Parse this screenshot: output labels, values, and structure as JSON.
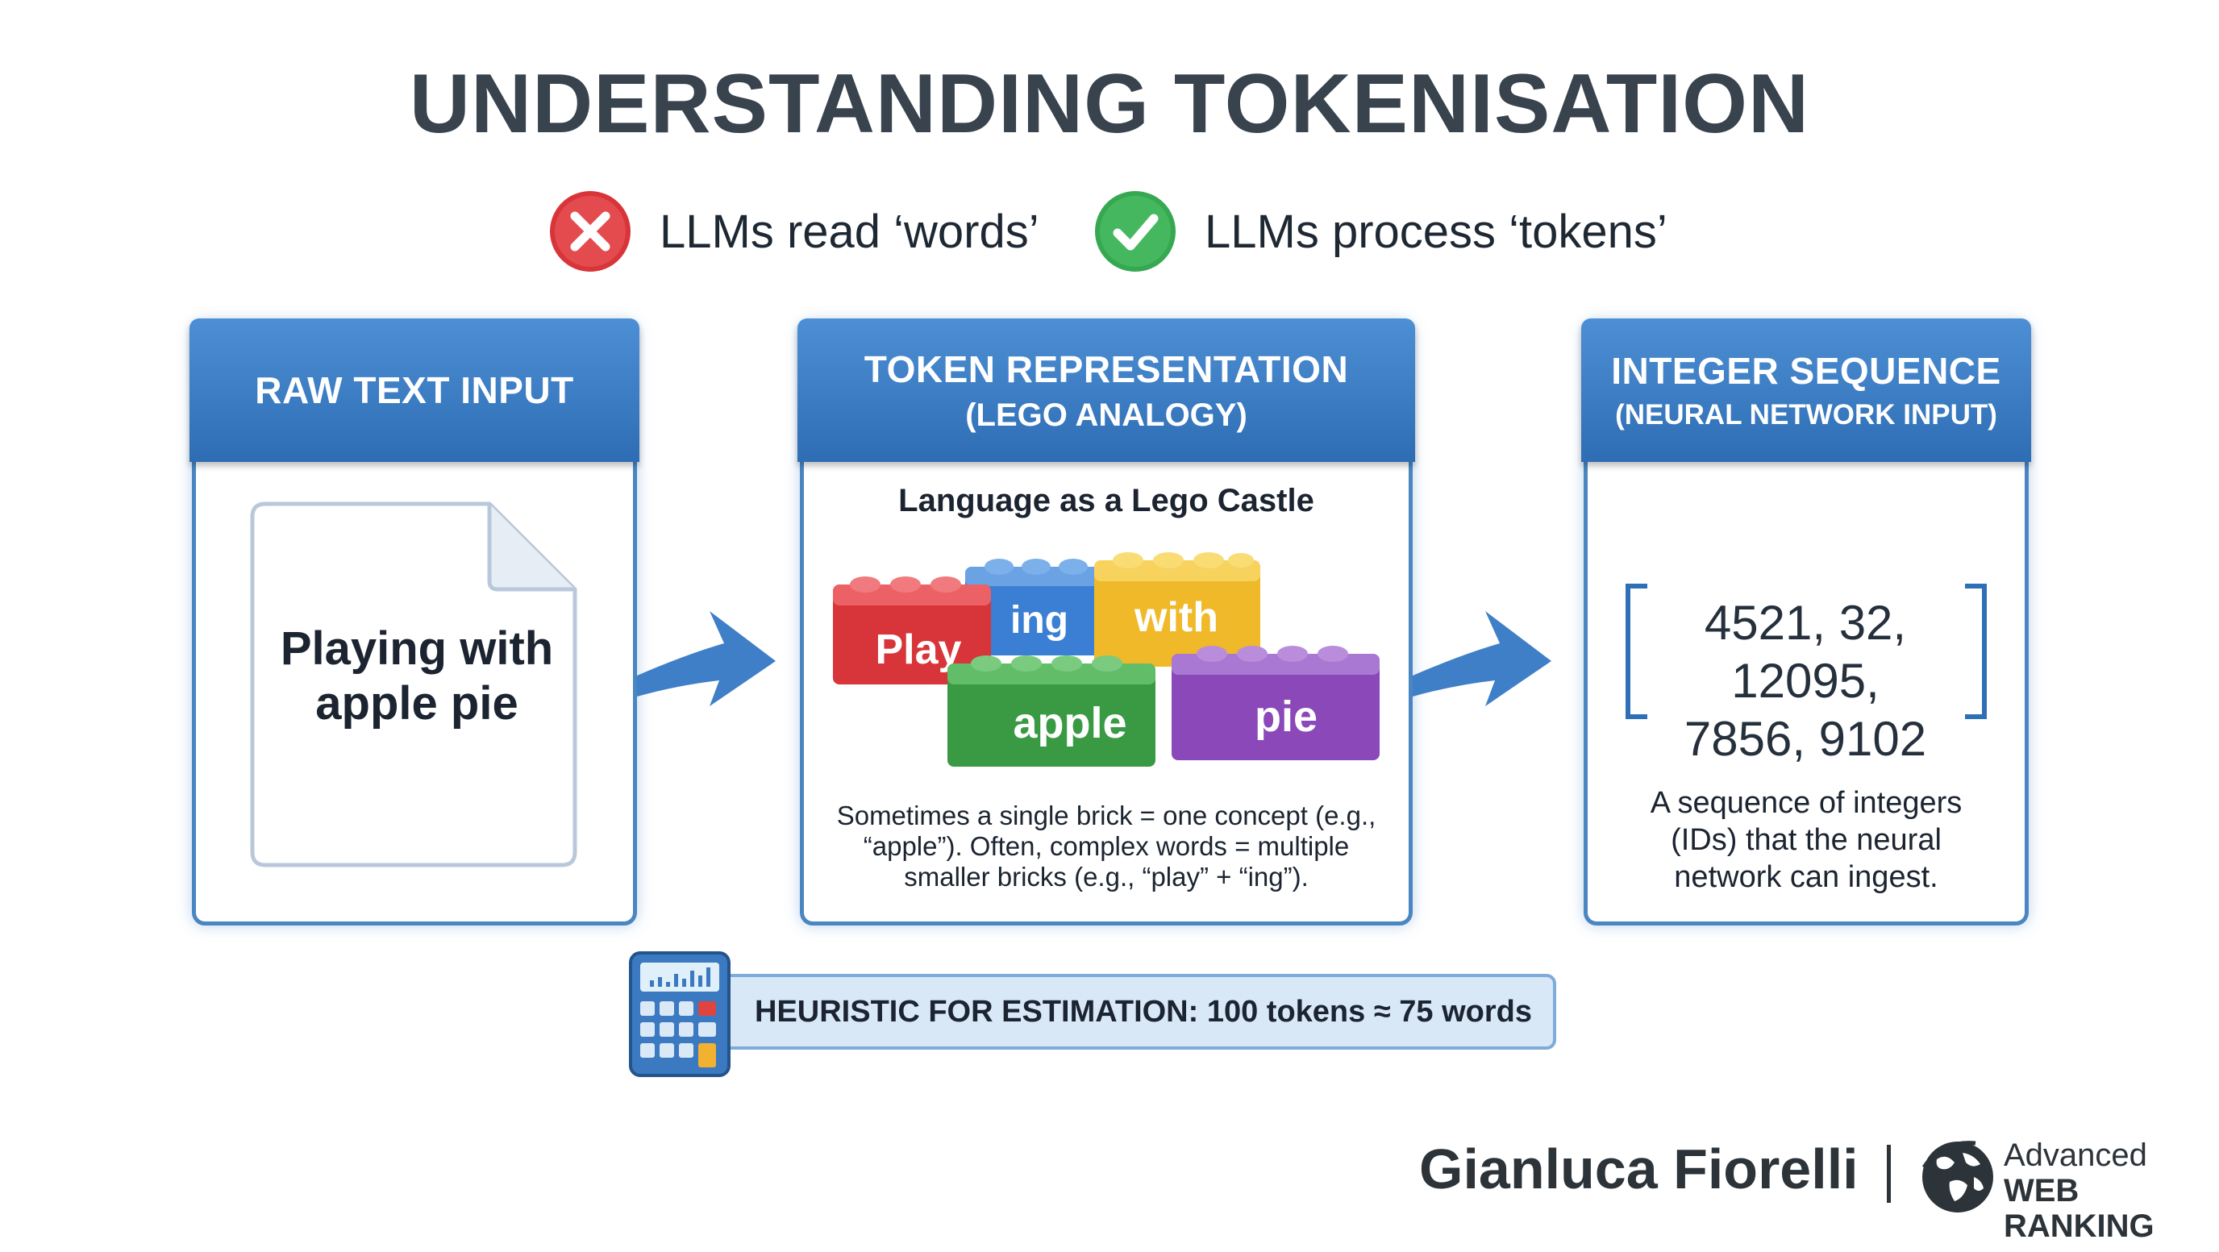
{
  "title": "UNDERSTANDING TOKENISATION",
  "claims": [
    {
      "text": "LLMs read ‘words’",
      "verdict": "wrong",
      "color": "#d8343a"
    },
    {
      "text": "LLMs process ‘tokens’",
      "verdict": "right",
      "color": "#36a852"
    }
  ],
  "panels": [
    {
      "header": "RAW TEXT INPUT",
      "document_text": [
        "Playing with",
        "apple pie"
      ]
    },
    {
      "header": "TOKEN REPRESENTATION",
      "subheader": "(LEGO ANALOGY)",
      "heading": "Language as a Lego Castle",
      "bricks": [
        {
          "label": "Play",
          "color": "#e03a3a"
        },
        {
          "label": "ing",
          "color": "#3b7fd4"
        },
        {
          "label": "with",
          "color": "#f2c12e"
        },
        {
          "label": "apple",
          "color": "#3fa448"
        },
        {
          "label": "pie",
          "color": "#8a48b8"
        }
      ],
      "caption": [
        "Sometimes a single brick = one concept (e.g.,",
        "“apple”). Often, complex words = multiple",
        "smaller bricks (e.g., “play” + “ing”)."
      ]
    },
    {
      "header": "INTEGER SEQUENCE",
      "subheader": "(NEURAL NETWORK INPUT)",
      "sequence": [
        "4521, 32, 12095,",
        "7856, 9102"
      ],
      "caption": [
        "A sequence of integers",
        "(IDs) that the neural",
        "network can ingest."
      ]
    }
  ],
  "heuristic": "HEURISTIC FOR ESTIMATION: 100 tokens ≈ 75 words",
  "author": "Gianluca Fiorelli",
  "brand": {
    "line1": "Advanced",
    "line2": "WEB RANKING"
  },
  "colors": {
    "header_blue": "#2e6db4",
    "panel_border": "#4a86c2",
    "arrow_blue": "#3f7fc7"
  }
}
